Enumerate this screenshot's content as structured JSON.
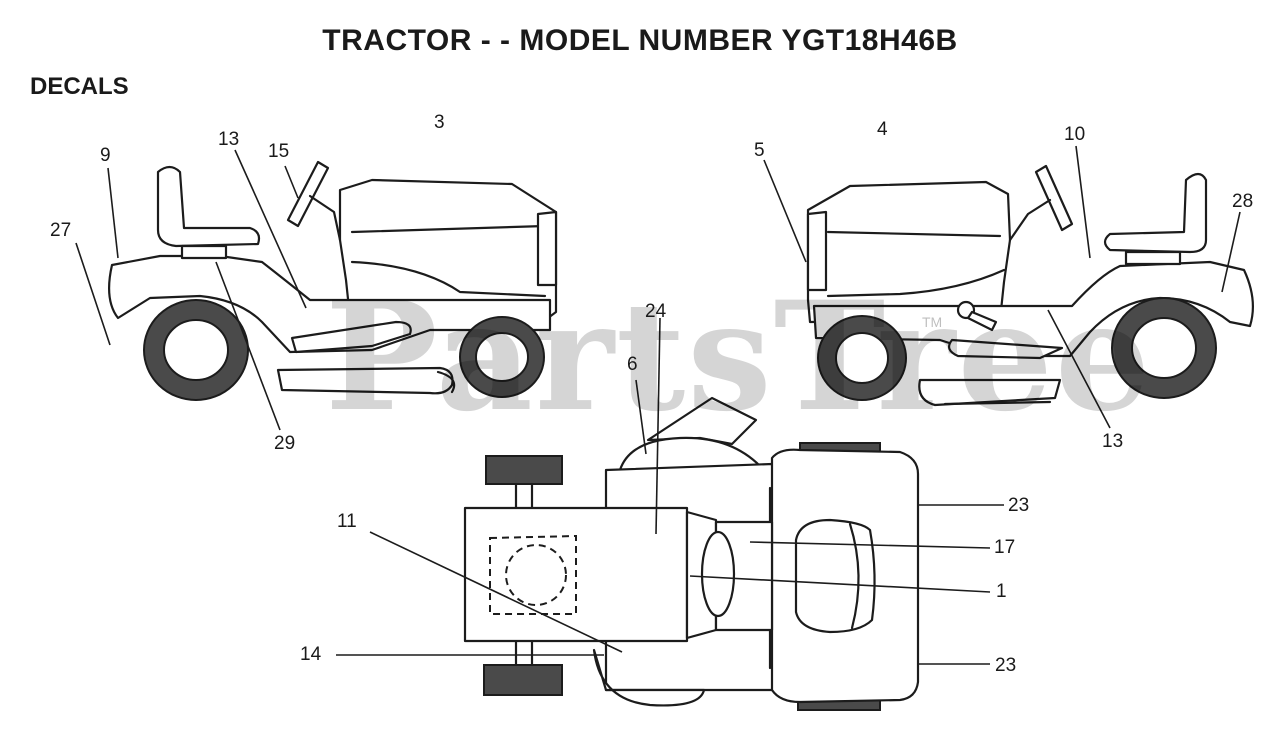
{
  "title": "TRACTOR - - MODEL NUMBER YGT18H46B",
  "section": "DECALS",
  "watermark": "PartsTree",
  "watermark_tm": "TM",
  "callouts": {
    "c1": "1",
    "c3": "3",
    "c4": "4",
    "c5": "5",
    "c6": "6",
    "c9": "9",
    "c10": "10",
    "c11": "11",
    "c13a": "13",
    "c13b": "13",
    "c14": "14",
    "c15": "15",
    "c17": "17",
    "c23a": "23",
    "c23b": "23",
    "c24": "24",
    "c27": "27",
    "c28": "28",
    "c29": "29"
  }
}
